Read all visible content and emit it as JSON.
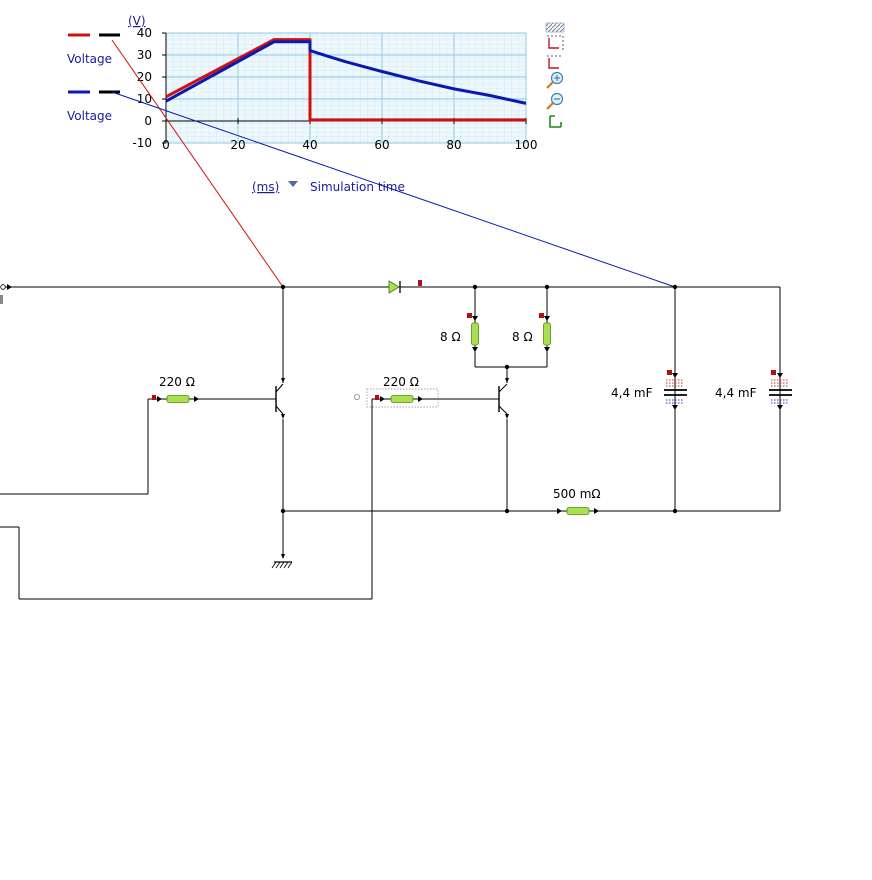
{
  "graph": {
    "y_unit": "(V)",
    "x_unit": "(ms)",
    "x_quantity": "Simulation time",
    "legend": [
      {
        "name": "Voltage",
        "color": "#d01010"
      },
      {
        "name": "Voltage",
        "color": "#0a1ab0"
      }
    ],
    "y_ticks": [
      "40",
      "30",
      "20",
      "10",
      "0",
      "-10"
    ],
    "x_ticks": [
      "0",
      "20",
      "40",
      "60",
      "80",
      "100"
    ],
    "toolbar": [
      "hatch-icon",
      "fit-xy-icon",
      "fit-y-icon",
      "zoom-in-icon",
      "zoom-out-icon",
      "reset-axes-icon"
    ]
  },
  "chart_data": {
    "type": "line",
    "xlabel": "(ms)",
    "ylabel": "(V)",
    "xlim": [
      0,
      100
    ],
    "ylim": [
      -10,
      40
    ],
    "grid": true,
    "series": [
      {
        "name": "Voltage",
        "color": "#d01010",
        "x": [
          0,
          30,
          40,
          40,
          100
        ],
        "y": [
          11,
          37,
          37,
          0.5,
          0.5
        ]
      },
      {
        "name": "Voltage",
        "color": "#0a1ab0",
        "x": [
          0,
          30,
          40,
          40,
          45,
          50,
          60,
          70,
          80,
          90,
          100
        ],
        "y": [
          9,
          36,
          36,
          32,
          29.4,
          26.9,
          22.5,
          18.3,
          14.6,
          11.6,
          8.0
        ]
      }
    ]
  },
  "circuit": {
    "resistor_left": "220 Ω",
    "resistor_mid": "220 Ω",
    "resistor_bridge_1": "8 Ω",
    "resistor_bridge_2": "8 Ω",
    "resistor_bottom": "500 mΩ",
    "capacitor_1": "4,4 mF",
    "capacitor_2": "4,4 mF"
  }
}
